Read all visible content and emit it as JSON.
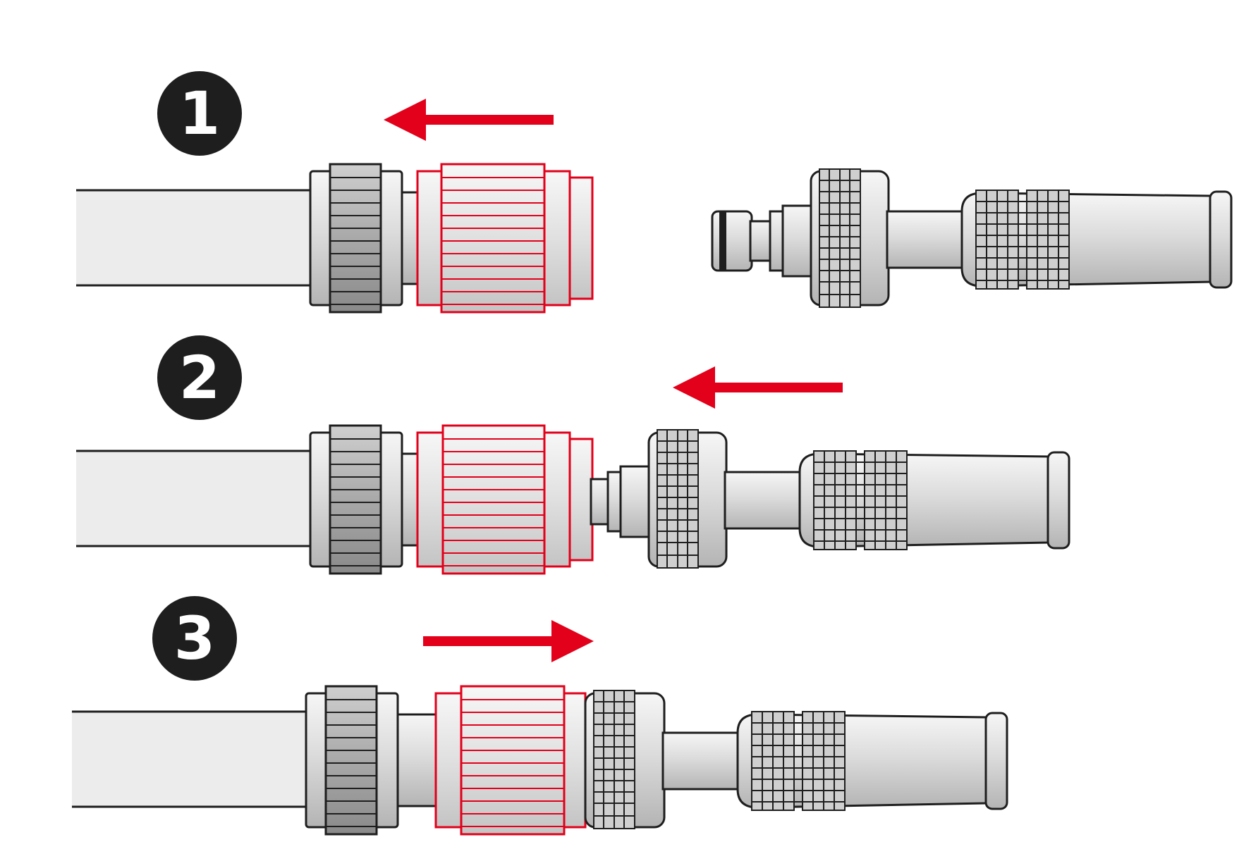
{
  "steps": [
    {
      "number": "1",
      "arrow_direction": "left"
    },
    {
      "number": "2",
      "arrow_direction": "left"
    },
    {
      "number": "3",
      "arrow_direction": "right"
    }
  ],
  "colors": {
    "outline": "#1e1e1e",
    "accent": "#e2001a",
    "badge": "#1e1e1e",
    "hose_fill": "#ececec",
    "metal_light": "#f4f4f4",
    "metal_dark": "#b9b9b9"
  },
  "icons": {
    "step_badge": "numbered-circle",
    "direction": "arrow-icon"
  }
}
